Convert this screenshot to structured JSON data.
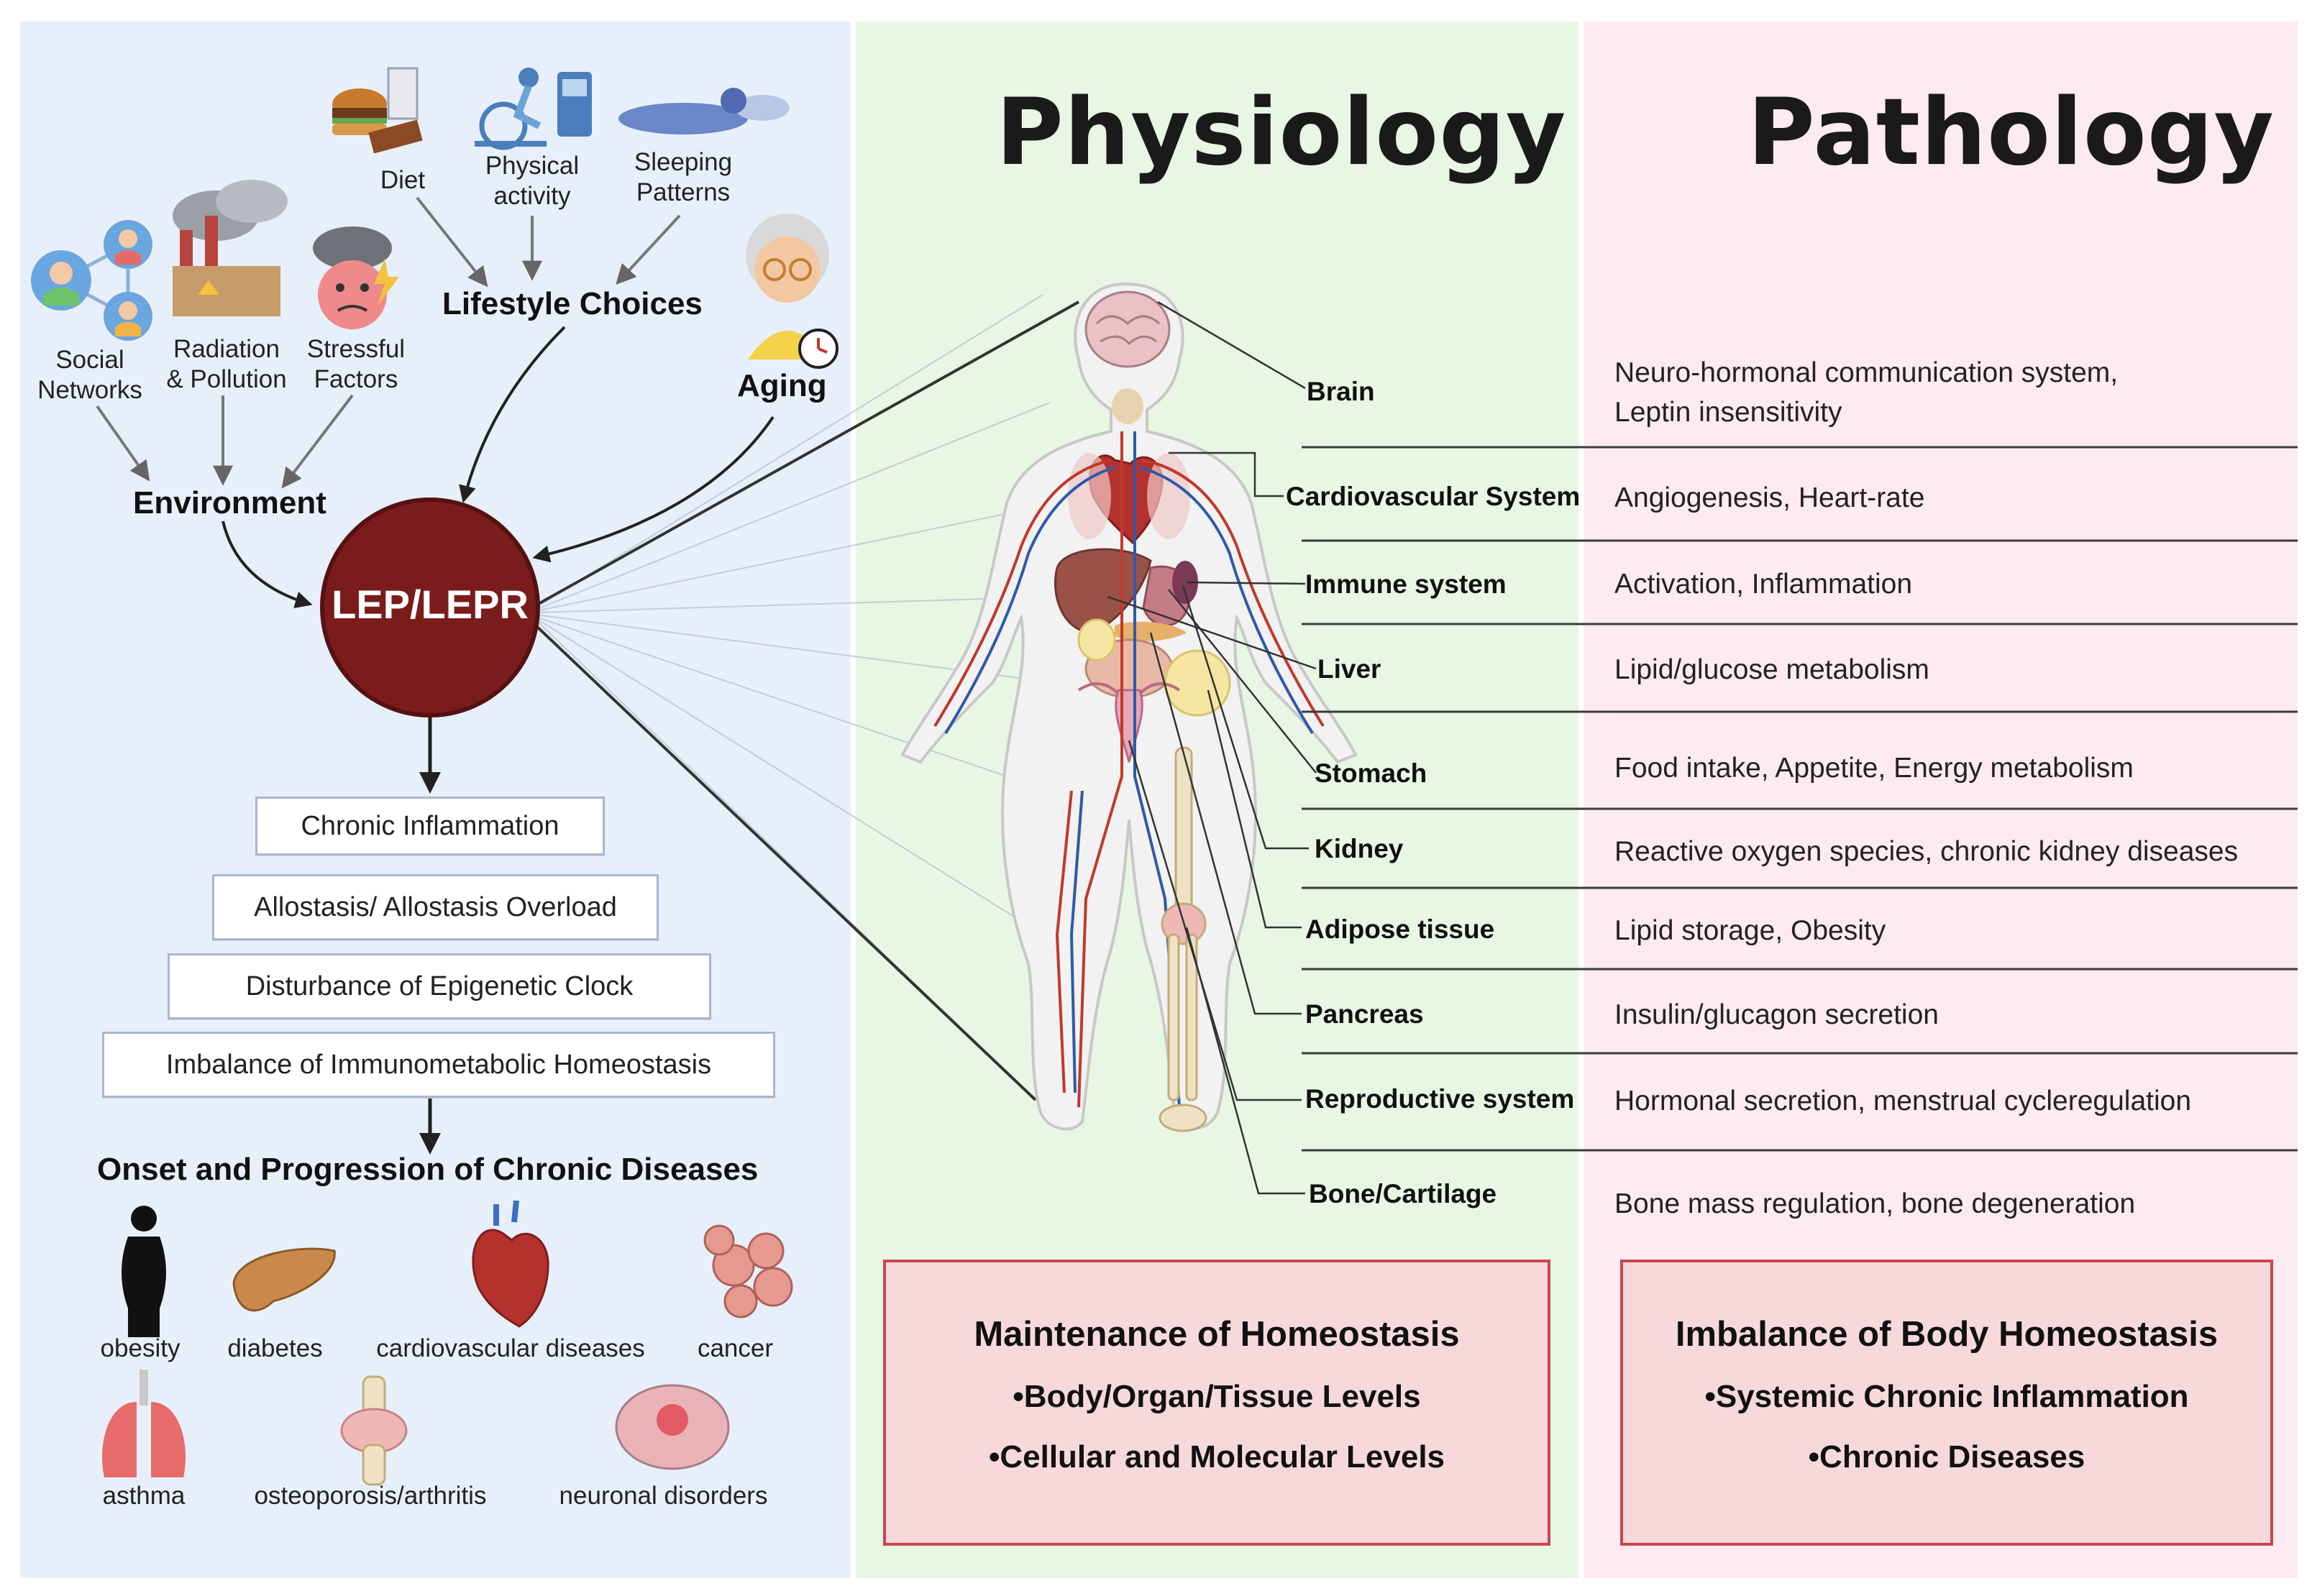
{
  "titles": {
    "physiology": "Physiology",
    "pathology": "Pathology"
  },
  "factors": {
    "diet": "Diet",
    "physical_activity_1": "Physical",
    "physical_activity_2": "activity",
    "sleeping_1": "Sleeping",
    "sleeping_2": "Patterns",
    "lifestyle": "Lifestyle Choices",
    "social_1": "Social",
    "social_2": "Networks",
    "radiation_1": "Radiation",
    "radiation_2": "& Pollution",
    "stress_1": "Stressful",
    "stress_2": "Factors",
    "aging": "Aging",
    "environment": "Environment"
  },
  "hub": {
    "label": "LEP/LEPR",
    "color": "#7b1c1c"
  },
  "mechanisms": [
    "Chronic Inflammation",
    "Allostasis/ Allostasis Overload",
    "Disturbance of Epigenetic Clock",
    "Imbalance of Immunometabolic Homeostasis"
  ],
  "disease_title": "Onset and Progression of Chronic Diseases",
  "diseases": {
    "obesity": "obesity",
    "diabetes": "diabetes",
    "cardiovascular": "cardiovascular diseases",
    "cancer": "cancer",
    "asthma": "asthma",
    "osteo": "osteoporosis/arthritis",
    "neuronal": "neuronal disorders"
  },
  "organs": [
    {
      "name": "Brain",
      "func_1": "Neuro-hormonal communication system,",
      "func_2": "Leptin insensitivity"
    },
    {
      "name": "Cardiovascular System",
      "func_1": "Angiogenesis, Heart-rate",
      "func_2": ""
    },
    {
      "name": "Immune system",
      "func_1": "Activation, Inflammation",
      "func_2": ""
    },
    {
      "name": "Liver",
      "func_1": "Lipid/glucose metabolism",
      "func_2": ""
    },
    {
      "name": "Stomach",
      "func_1": "Food intake, Appetite, Energy metabolism",
      "func_2": ""
    },
    {
      "name": "Kidney",
      "func_1": "Reactive oxygen species, chronic kidney diseases",
      "func_2": ""
    },
    {
      "name": "Adipose tissue",
      "func_1": "Lipid storage, Obesity",
      "func_2": ""
    },
    {
      "name": "Pancreas",
      "func_1": "Insulin/glucagon secretion",
      "func_2": ""
    },
    {
      "name": "Reproductive system",
      "func_1": "Hormonal secretion, menstrual cycleregulation",
      "func_2": ""
    },
    {
      "name": "Bone/Cartilage",
      "func_1": "Bone mass regulation, bone degeneration",
      "func_2": ""
    }
  ],
  "homeostasis": {
    "title": "Maintenance of Homeostasis",
    "item_1": "•Body/Organ/Tissue Levels",
    "item_2": "•Cellular and Molecular Levels"
  },
  "imbalance": {
    "title": "Imbalance of Body Homeostasis",
    "item_1": "•Systemic Chronic Inflammation",
    "item_2": "•Chronic Diseases"
  },
  "colors": {
    "left_bg": "#e7f0fa",
    "mid_bg": "#e8f6e4",
    "right_bg": "#fdeaf3",
    "box_border": "#c8484c",
    "box_fill": "#f7d9dc",
    "artery": "#c0392b",
    "vein": "#2e5aa8"
  }
}
